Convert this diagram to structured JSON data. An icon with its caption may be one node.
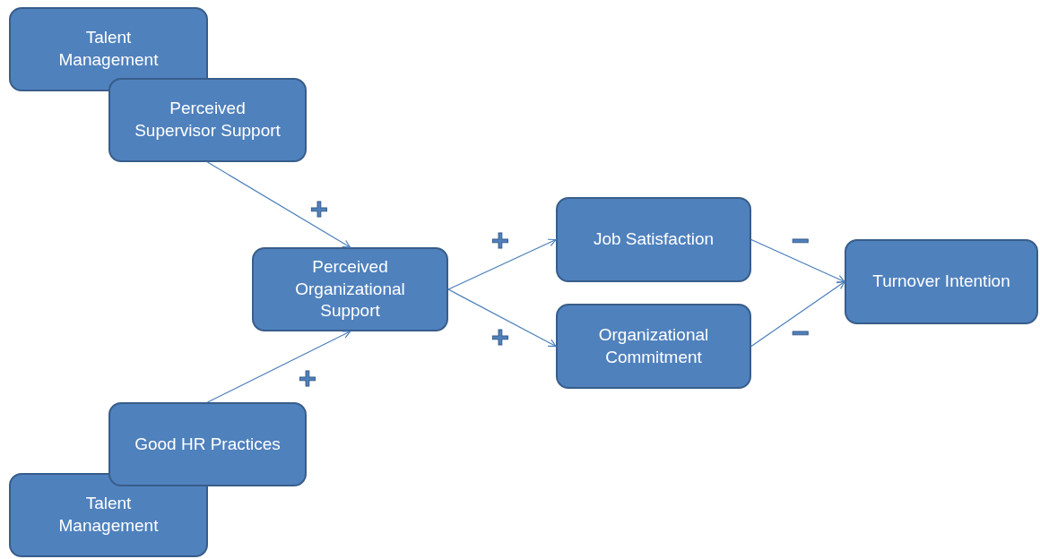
{
  "diagram": {
    "nodes": [
      {
        "text": [
          "Talent Management"
        ]
      },
      {
        "text": [
          "Perceived Supervisor Support"
        ]
      },
      {
        "text": [
          "Perceived Organizational Support"
        ]
      },
      {
        "text": [
          "Job Satisfaction"
        ]
      },
      {
        "text": [
          "Organizational Commitment"
        ]
      },
      {
        "text": [
          "Turnover Intention"
        ]
      },
      {
        "text": [
          "Good HR Practices"
        ]
      },
      {
        "text": [
          "Talent Management"
        ]
      }
    ],
    "edges": [
      {
        "from": 1,
        "to": 2,
        "arrow": "to",
        "label": "+"
      },
      {
        "from": 6,
        "to": 2,
        "arrow": "to",
        "label": "+"
      },
      {
        "from": 2,
        "to": 3,
        "arrow": "to",
        "label": "+"
      },
      {
        "from": 2,
        "to": 4,
        "arrow": "to",
        "label": "+"
      },
      {
        "from": 3,
        "to": 5,
        "arrow": "to",
        "label": "−"
      },
      {
        "from": 4,
        "to": 5,
        "arrow": "to",
        "label": "−"
      }
    ]
  }
}
